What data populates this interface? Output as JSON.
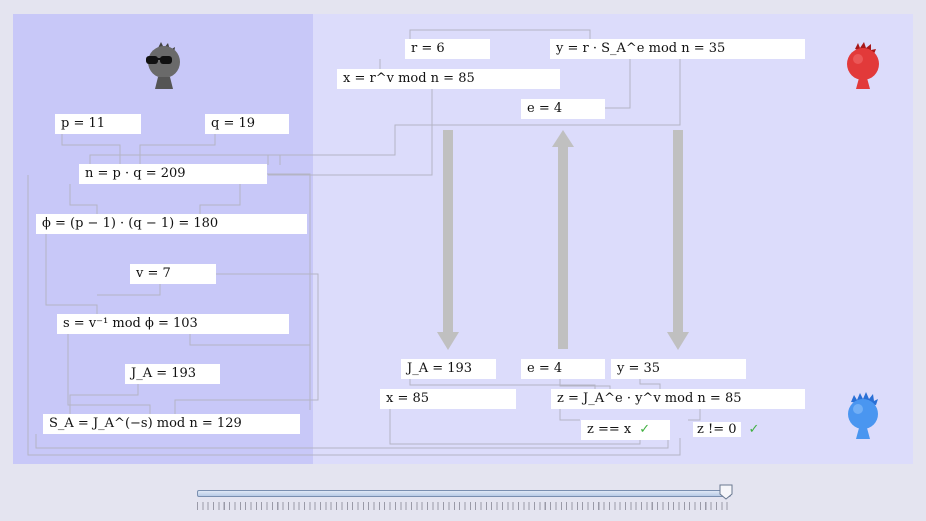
{
  "boxes": {
    "p": "p = 11",
    "q": "q = 19",
    "n": "n = p · q = 209",
    "phi": "ϕ = (p − 1) · (q − 1) = 180",
    "v": "v = 7",
    "s": "s = v⁻¹ mod ϕ = 103",
    "ja_left": "J_A = 193",
    "sa": "S_A = J_A^(−s) mod n = 129",
    "r": "r = 6",
    "y_top": "y = r · S_A^e mod n = 35",
    "x_top": "x = r^v mod n = 85",
    "e_top": "e = 4",
    "ja_bottom": "J_A = 193",
    "e_bottom": "e = 4",
    "y_bottom": "y = 35",
    "x_bottom": "x = 85",
    "z": "z = J_A^e · y^v mod n = 85",
    "z_eq_x": "z == x",
    "z_ne_0": "z != 0",
    "check1": "✓",
    "check2": "✓"
  },
  "actors": {
    "eve": "gray-spy-icon",
    "alice": "red-person-icon",
    "bob": "blue-person-icon"
  },
  "colors": {
    "stage": "#dcdcfb",
    "left_panel": "#c8c8f8",
    "arrow": "#c0c0c0",
    "check": "#40b040"
  },
  "slider": {
    "value_fraction": 1.0
  }
}
